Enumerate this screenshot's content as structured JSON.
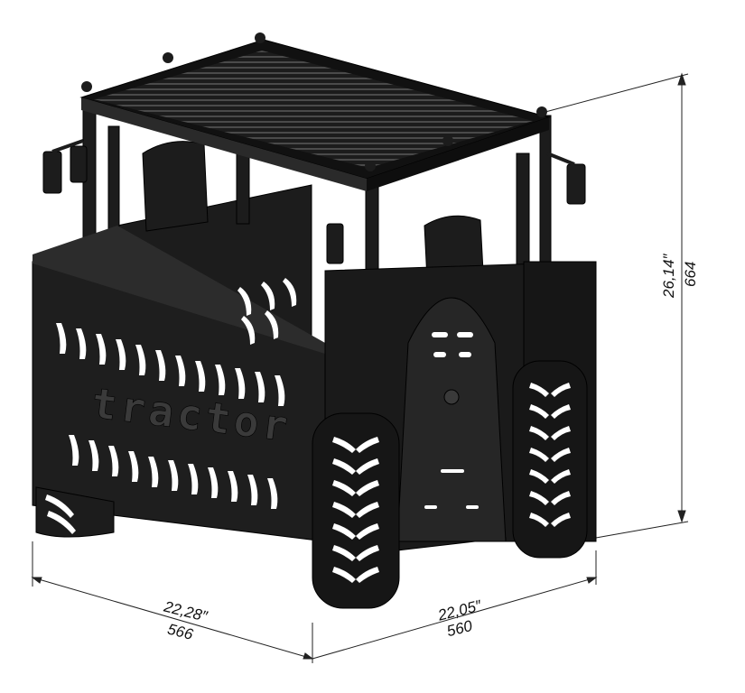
{
  "product": {
    "panel_text": "tractor"
  },
  "dimensions": {
    "left_width": {
      "inches": "22,28″",
      "mm": "566"
    },
    "right_width": {
      "inches": "22,05″",
      "mm": "560"
    },
    "height": {
      "inches": "26,14″",
      "mm": "664"
    }
  },
  "colors": {
    "metal": "#1c1c1c",
    "highlight": "#3a3a3a",
    "cutout": "#ffffff",
    "dimension_line": "#222222"
  }
}
